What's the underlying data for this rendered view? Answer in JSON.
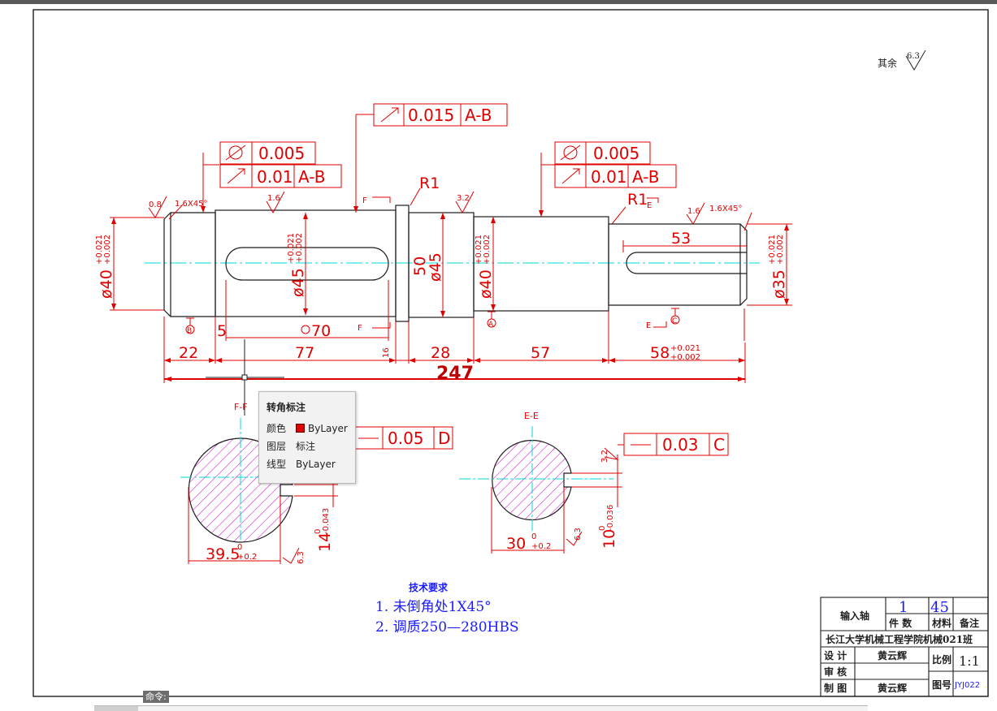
{
  "drawing": {
    "roughness_note": {
      "label": "其余",
      "value": "6.3"
    },
    "tolerance_frames": [
      {
        "symbol": "runout",
        "value": "0.015",
        "datum": "A-B"
      },
      {
        "symbol": "cylindricity",
        "value": "0.005",
        "datum": ""
      },
      {
        "symbol": "runout",
        "value": "0.01",
        "datum": "A-B"
      },
      {
        "symbol": "cylindricity",
        "value": "0.005",
        "datum": ""
      },
      {
        "symbol": "runout",
        "value": "0.01",
        "datum": "A-B"
      },
      {
        "symbol": "symmetry",
        "value": "0.05",
        "datum": "D"
      },
      {
        "symbol": "symmetry",
        "value": "0.03",
        "datum": "C"
      }
    ],
    "diameters": [
      {
        "nominal": "ø40",
        "upper": "+0.021",
        "lower": "+0.002"
      },
      {
        "nominal": "ø45",
        "upper": "+0.021",
        "lower": "+0.002"
      },
      {
        "nominal": "ø45",
        "upper": "",
        "lower": ""
      },
      {
        "nominal": "50",
        "upper": "",
        "lower": ""
      },
      {
        "nominal": "ø40",
        "upper": "+0.021",
        "lower": "+0.002"
      },
      {
        "nominal": "ø35",
        "upper": "+0.021",
        "lower": "+0.002"
      }
    ],
    "lengths": {
      "d22": "22",
      "d77": "77",
      "d28": "28",
      "d57": "57",
      "d58": "58",
      "d58_upper": "+0.021",
      "d58_lower": "+0.002",
      "total": "247",
      "d5": "5",
      "d70": "70",
      "d53": "53",
      "d16": "16"
    },
    "roughness": {
      "r08": "0.8",
      "r16a": "1.6",
      "r32": "3.2",
      "r16b": "1.6",
      "r63a": "6.3",
      "r63b": "6.3",
      "r32b": "3.2"
    },
    "chamfers": {
      "left": "1.6X45°",
      "right": "1.6X45°"
    },
    "radii": {
      "r1a": "R1",
      "r1b": "R1"
    },
    "datums": {
      "a": "A",
      "b": "B",
      "c": "C"
    },
    "section_marks": {
      "f_top": "F",
      "f_bot": "F",
      "e_top": "E",
      "e_bot": "E"
    },
    "section_ff": {
      "title": "F-F",
      "width_nominal": "39.5",
      "width_upper": "0",
      "width_lower": "+0.2",
      "key_nominal": "14",
      "key_upper": "0",
      "key_lower": "-0.043"
    },
    "section_ee": {
      "title": "E-E",
      "width_nominal": "30",
      "width_upper": "0",
      "width_lower": "+0.2",
      "key_nominal": "10",
      "key_upper": "0",
      "key_lower": "-0.036"
    },
    "tech_req": {
      "title": "技术要求",
      "line1": "1. 未倒角处1X45°",
      "line2": "2. 调质250—280HBS"
    }
  },
  "title_block": {
    "part_name": "输入轴",
    "qty": "1",
    "material": "45",
    "qty_label": "件  数",
    "material_label": "材料",
    "remark_label": "备注",
    "school": "长江大学机械工程学院机械021班",
    "design_label": "设  计",
    "design_name": "黄云辉",
    "review_label": "审  核",
    "draw_label": "制  图",
    "draw_name": "黄云辉",
    "scale_label": "比例",
    "scale": "1:1",
    "number_label": "图号",
    "number": "JYJ022"
  },
  "tooltip": {
    "title": "转角标注",
    "color_label": "颜色",
    "color_value": "ByLayer",
    "layer_label": "图层",
    "layer_value": "标注",
    "linetype_label": "线型",
    "linetype_value": "ByLayer",
    "swatch": "#e00000"
  },
  "command": {
    "label": "命令:"
  },
  "colors": {
    "outline": "#e00000",
    "center": "#00d8d8",
    "hatch": "#d000d0",
    "text_blue": "#1a1aff"
  }
}
